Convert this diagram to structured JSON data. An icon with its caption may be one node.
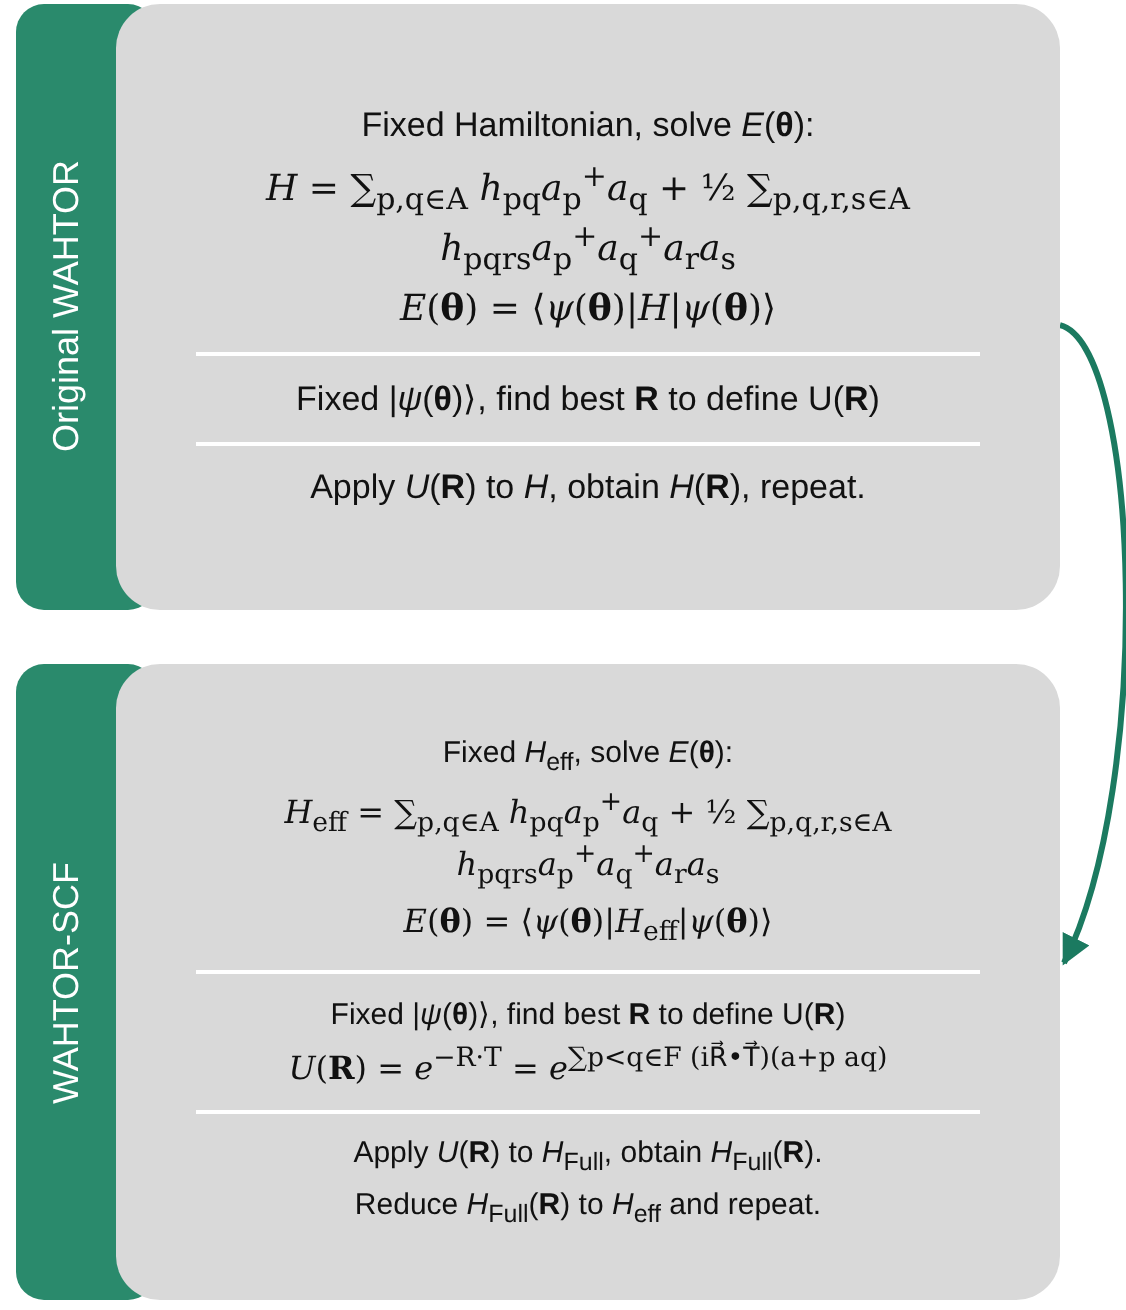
{
  "diagram": {
    "nodes": [
      {
        "text": [
          "Original WAHTOR",
          "Fixed Hamiltonian, solve *E*(**θ**):",
          "*H* = ∑$_{p,q∈A}$ *h*$_{pq}$*a*$_{p}$$^{+}$*a*$_{q}$ + ½ ∑$_{p,q,r,s∈A}$ *h*$_{pqrs}$*a*$_{p}$$^{+}$*a*$_{q}$$^{+}$*a*$_{r}$*a*$_{s}$",
          "*E*(**θ**) = ⟨*ψ*(**θ**)|*H*|*ψ*(**θ**)⟩",
          "Fixed |*ψ*(**θ**)⟩, find best **R** to define U(**R**)",
          "Apply *U*(**R**) to *H*, obtain *H*(**R**), repeat."
        ]
      },
      {
        "text": [
          "WAHTOR-SCF",
          "Fixed *H*$_{eff}$, solve *E*(**θ**):",
          "*H*$_{eff}$ = ∑$_{p,q∈A}$ *h*$_{pq}$*a*$_{p}$$^{+}$*a*$_{q}$ + ½ ∑$_{p,q,r,s∈A}$ *h*$_{pqrs}$*a*$_{p}$$^{+}$*a*$_{q}$$^{+}$*a*$_{r}$*a*$_{s}$",
          "*E*(**θ**) = ⟨*ψ*(**θ**)|*H*$_{eff}$|*ψ*(**θ**)⟩",
          "Fixed |*ψ*(**θ**)⟩, find best **R** to define U(**R**)",
          "*U*(**R**) = *e*$^{−R·T}$ = *e*$^{∑p<q∈F (iR⃗•T⃗)(a+p aq)}$",
          "Apply *U*(**R**) to *H*$_{Full}$, obtain *H*$_{Full}$(**R**).",
          "Reduce *H*$_{Full}$(**R**) to *H*$_{eff}$ and repeat."
        ]
      }
    ],
    "edges": [
      {
        "from": 0,
        "to": 1,
        "arrow": "to"
      }
    ]
  }
}
